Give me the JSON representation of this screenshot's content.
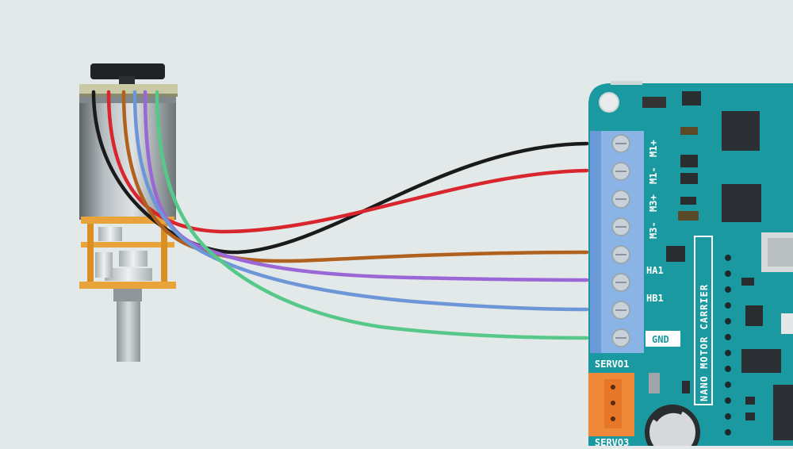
{
  "board": {
    "terminal_labels": [
      "M1+",
      "M1-",
      "M3+",
      "M3-"
    ],
    "encoder_labels": [
      "HA1",
      "HB1"
    ],
    "gnd_label": "GND",
    "servo01_label": "SERVO1",
    "servo03_label": "SERVO3",
    "carrier_label": "NANO MOTOR CARRIER",
    "board_color": "#1a9aa0",
    "terminal_color": "#8ab4e6",
    "servo_connector_color": "#f0883a"
  },
  "wires": [
    {
      "name": "black",
      "color": "#1a1a1a"
    },
    {
      "name": "red",
      "color": "#d8262e"
    },
    {
      "name": "brown",
      "color": "#b0611e"
    },
    {
      "name": "purple",
      "color": "#9b66d6"
    },
    {
      "name": "blue",
      "color": "#6d96d8"
    },
    {
      "name": "green",
      "color": "#56c98a"
    }
  ],
  "motor": {
    "gear_color": "#e8a33a",
    "body_color": "#9aa2a6"
  }
}
